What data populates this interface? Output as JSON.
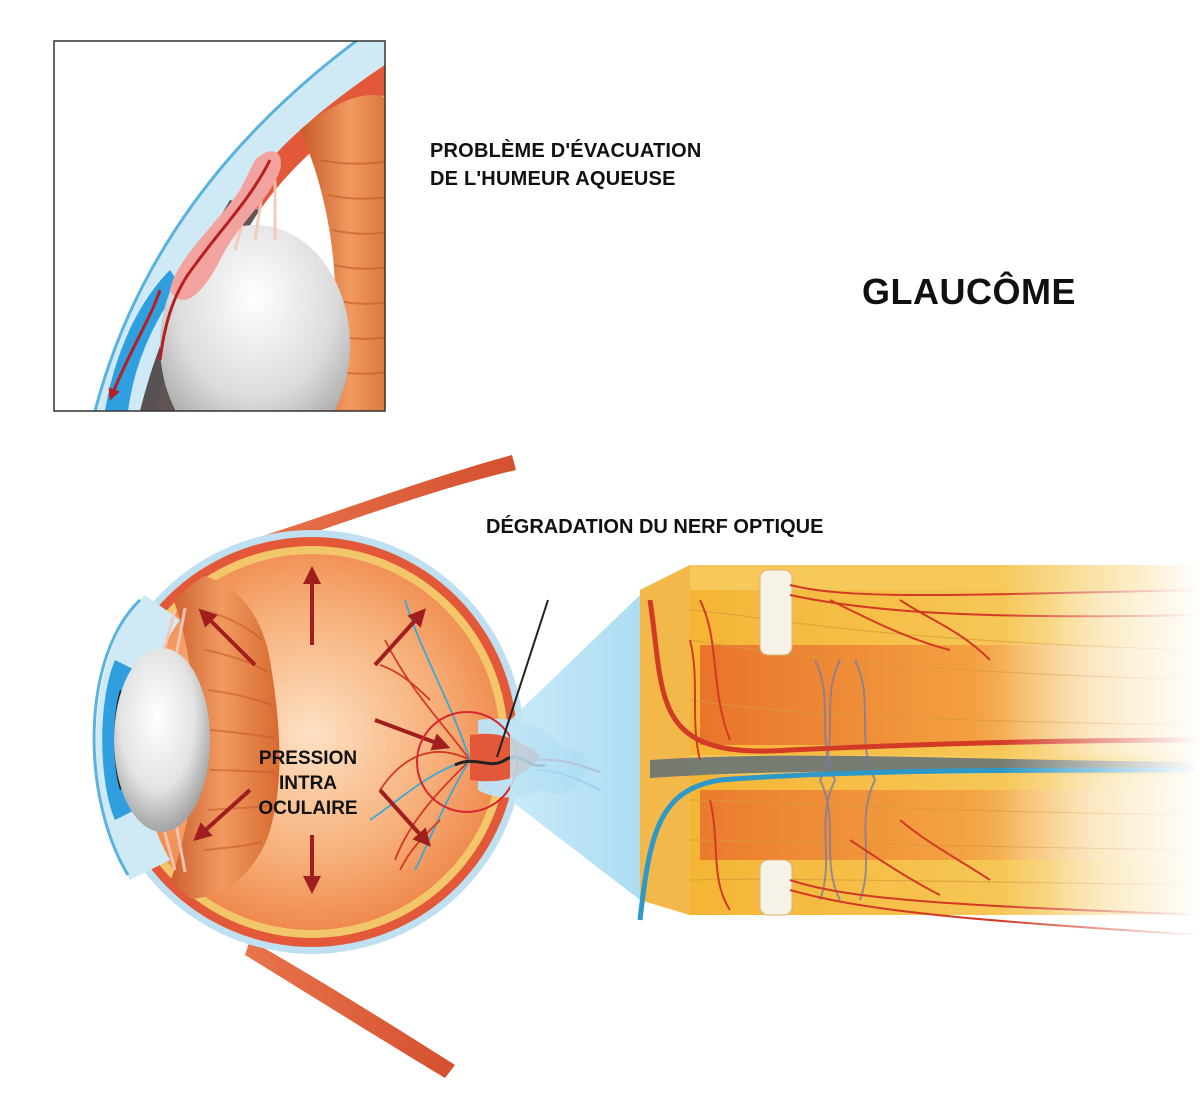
{
  "labels": {
    "inset_line1": "PROBLÈME D'ÉVACUATION",
    "inset_line2": "DE L'HUMEUR AQUEUSE",
    "title": "GLAUCÔME",
    "nerve_caption": "DÉGRADATION DU NERF OPTIQUE",
    "pressure_line1": "PRESSION",
    "pressure_line2": "INTRA",
    "pressure_line3": "OCULAIRE"
  },
  "colors": {
    "cornea": "#a7dcf2",
    "iris_blue": "#2f9fe0",
    "lens": "#d9d9d9",
    "ciliary_orange": "#e07b45",
    "vitreous": "#f7b07a",
    "sclera": "#eb5b3a",
    "vessel_red": "#d33a25",
    "vessel_blue": "#3fa7d6",
    "nerve_yellow": "#f6c744",
    "arrow_red": "#a11e1e",
    "highlight_circle": "#d7262d",
    "beam": "#bfe6f7"
  },
  "icons": {
    "inset": "anterior-chamber-icon",
    "eye": "eye-cross-section-icon",
    "nerve": "optic-nerve-section-icon"
  }
}
